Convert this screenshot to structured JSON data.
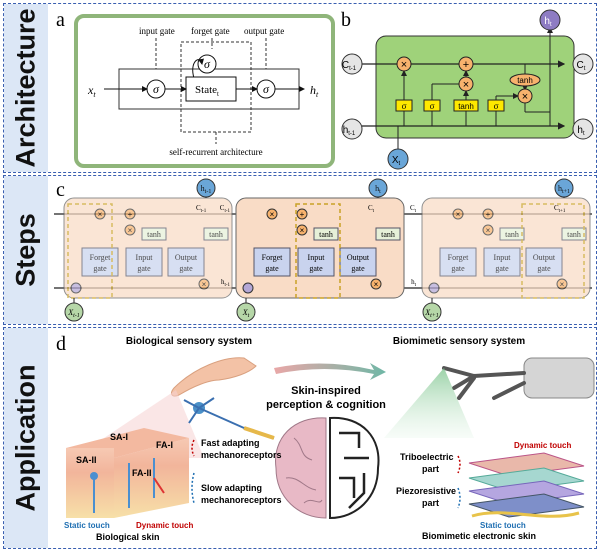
{
  "sections": {
    "architecture": "Architecture",
    "steps": "Steps",
    "application": "Application"
  },
  "panel_a": {
    "letter": "a",
    "input_gate": "input gate",
    "forget_gate": "forget gate",
    "output_gate": "output gate",
    "sigma": "σ",
    "state": "State",
    "state_sub": "t",
    "x": "x",
    "x_sub": "t",
    "h": "h",
    "h_sub": "t",
    "caption": "self-recurrent architecture"
  },
  "panel_b": {
    "letter": "b",
    "c_prev": "C",
    "c_prev_sub": "t-1",
    "c_next": "C",
    "c_next_sub": "t",
    "h_prev": "h",
    "h_prev_sub": "t-1",
    "h_next": "h",
    "h_next_sub": "t",
    "h_top": "h",
    "h_top_sub": "t",
    "x": "X",
    "x_sub": "t",
    "sigma": "σ",
    "tanh": "tanh",
    "times": "×",
    "plus": "+"
  },
  "panel_c": {
    "letter": "c",
    "forget_gate": [
      "Forget",
      "gate"
    ],
    "input_gate": [
      "Input",
      "gate"
    ],
    "output_gate": [
      "Output",
      "gate"
    ],
    "tanh": "tanh",
    "c_label": "C",
    "h_label": "h",
    "cells": [
      {
        "h_top": "h",
        "h_top_sub": "t-1",
        "x": "X",
        "x_sub": "t-1",
        "c_sub": "t-1"
      },
      {
        "h_top": "h",
        "h_top_sub": "t",
        "x": "X",
        "x_sub": "t",
        "c_sub": "t",
        "h_sub": "t-1",
        "c_in_sub": "t-1"
      },
      {
        "h_top": "h",
        "h_top_sub": "t+1",
        "x": "X",
        "x_sub": "t+1",
        "c_sub": "t+1",
        "h_sub": "t",
        "c_in_sub": "t"
      }
    ]
  },
  "panel_d": {
    "letter": "d",
    "bio_system": "Biological sensory system",
    "biomim_system": "Biomimetic sensory system",
    "center_title": [
      "Skin-inspired",
      "perception & cognition"
    ],
    "sa1": "SA-I",
    "sa2": "SA-II",
    "fa1": "FA-I",
    "fa2": "FA-II",
    "fast": [
      "Fast adapting",
      "mechanoreceptors"
    ],
    "slow": [
      "Slow adapting",
      "mechanoreceptors"
    ],
    "static_touch": "Static touch",
    "dynamic_touch": "Dynamic touch",
    "bio_skin": "Biological skin",
    "tribo": [
      "Triboelectric",
      "part"
    ],
    "piezo": [
      "Piezoresistive",
      "part"
    ],
    "dyn_touch_r": "Dynamic touch",
    "static_touch_r": "Static touch",
    "e_skin": "Biomimetic electronic skin"
  },
  "colors": {
    "panel_border": "#3a5fb0",
    "side_bg": "#dce7f6",
    "cell_green": "#9fd27a",
    "gate_yellow": "#ffe800",
    "op_orange": "#f7b26d",
    "step_cell": "#f9dcc6",
    "gate_blue": "#c9d3ee",
    "node_blue": "#6aa6d8",
    "node_green": "#b6d7a8",
    "dynamic_red": "#c00000",
    "static_blue": "#1f6fb2"
  }
}
